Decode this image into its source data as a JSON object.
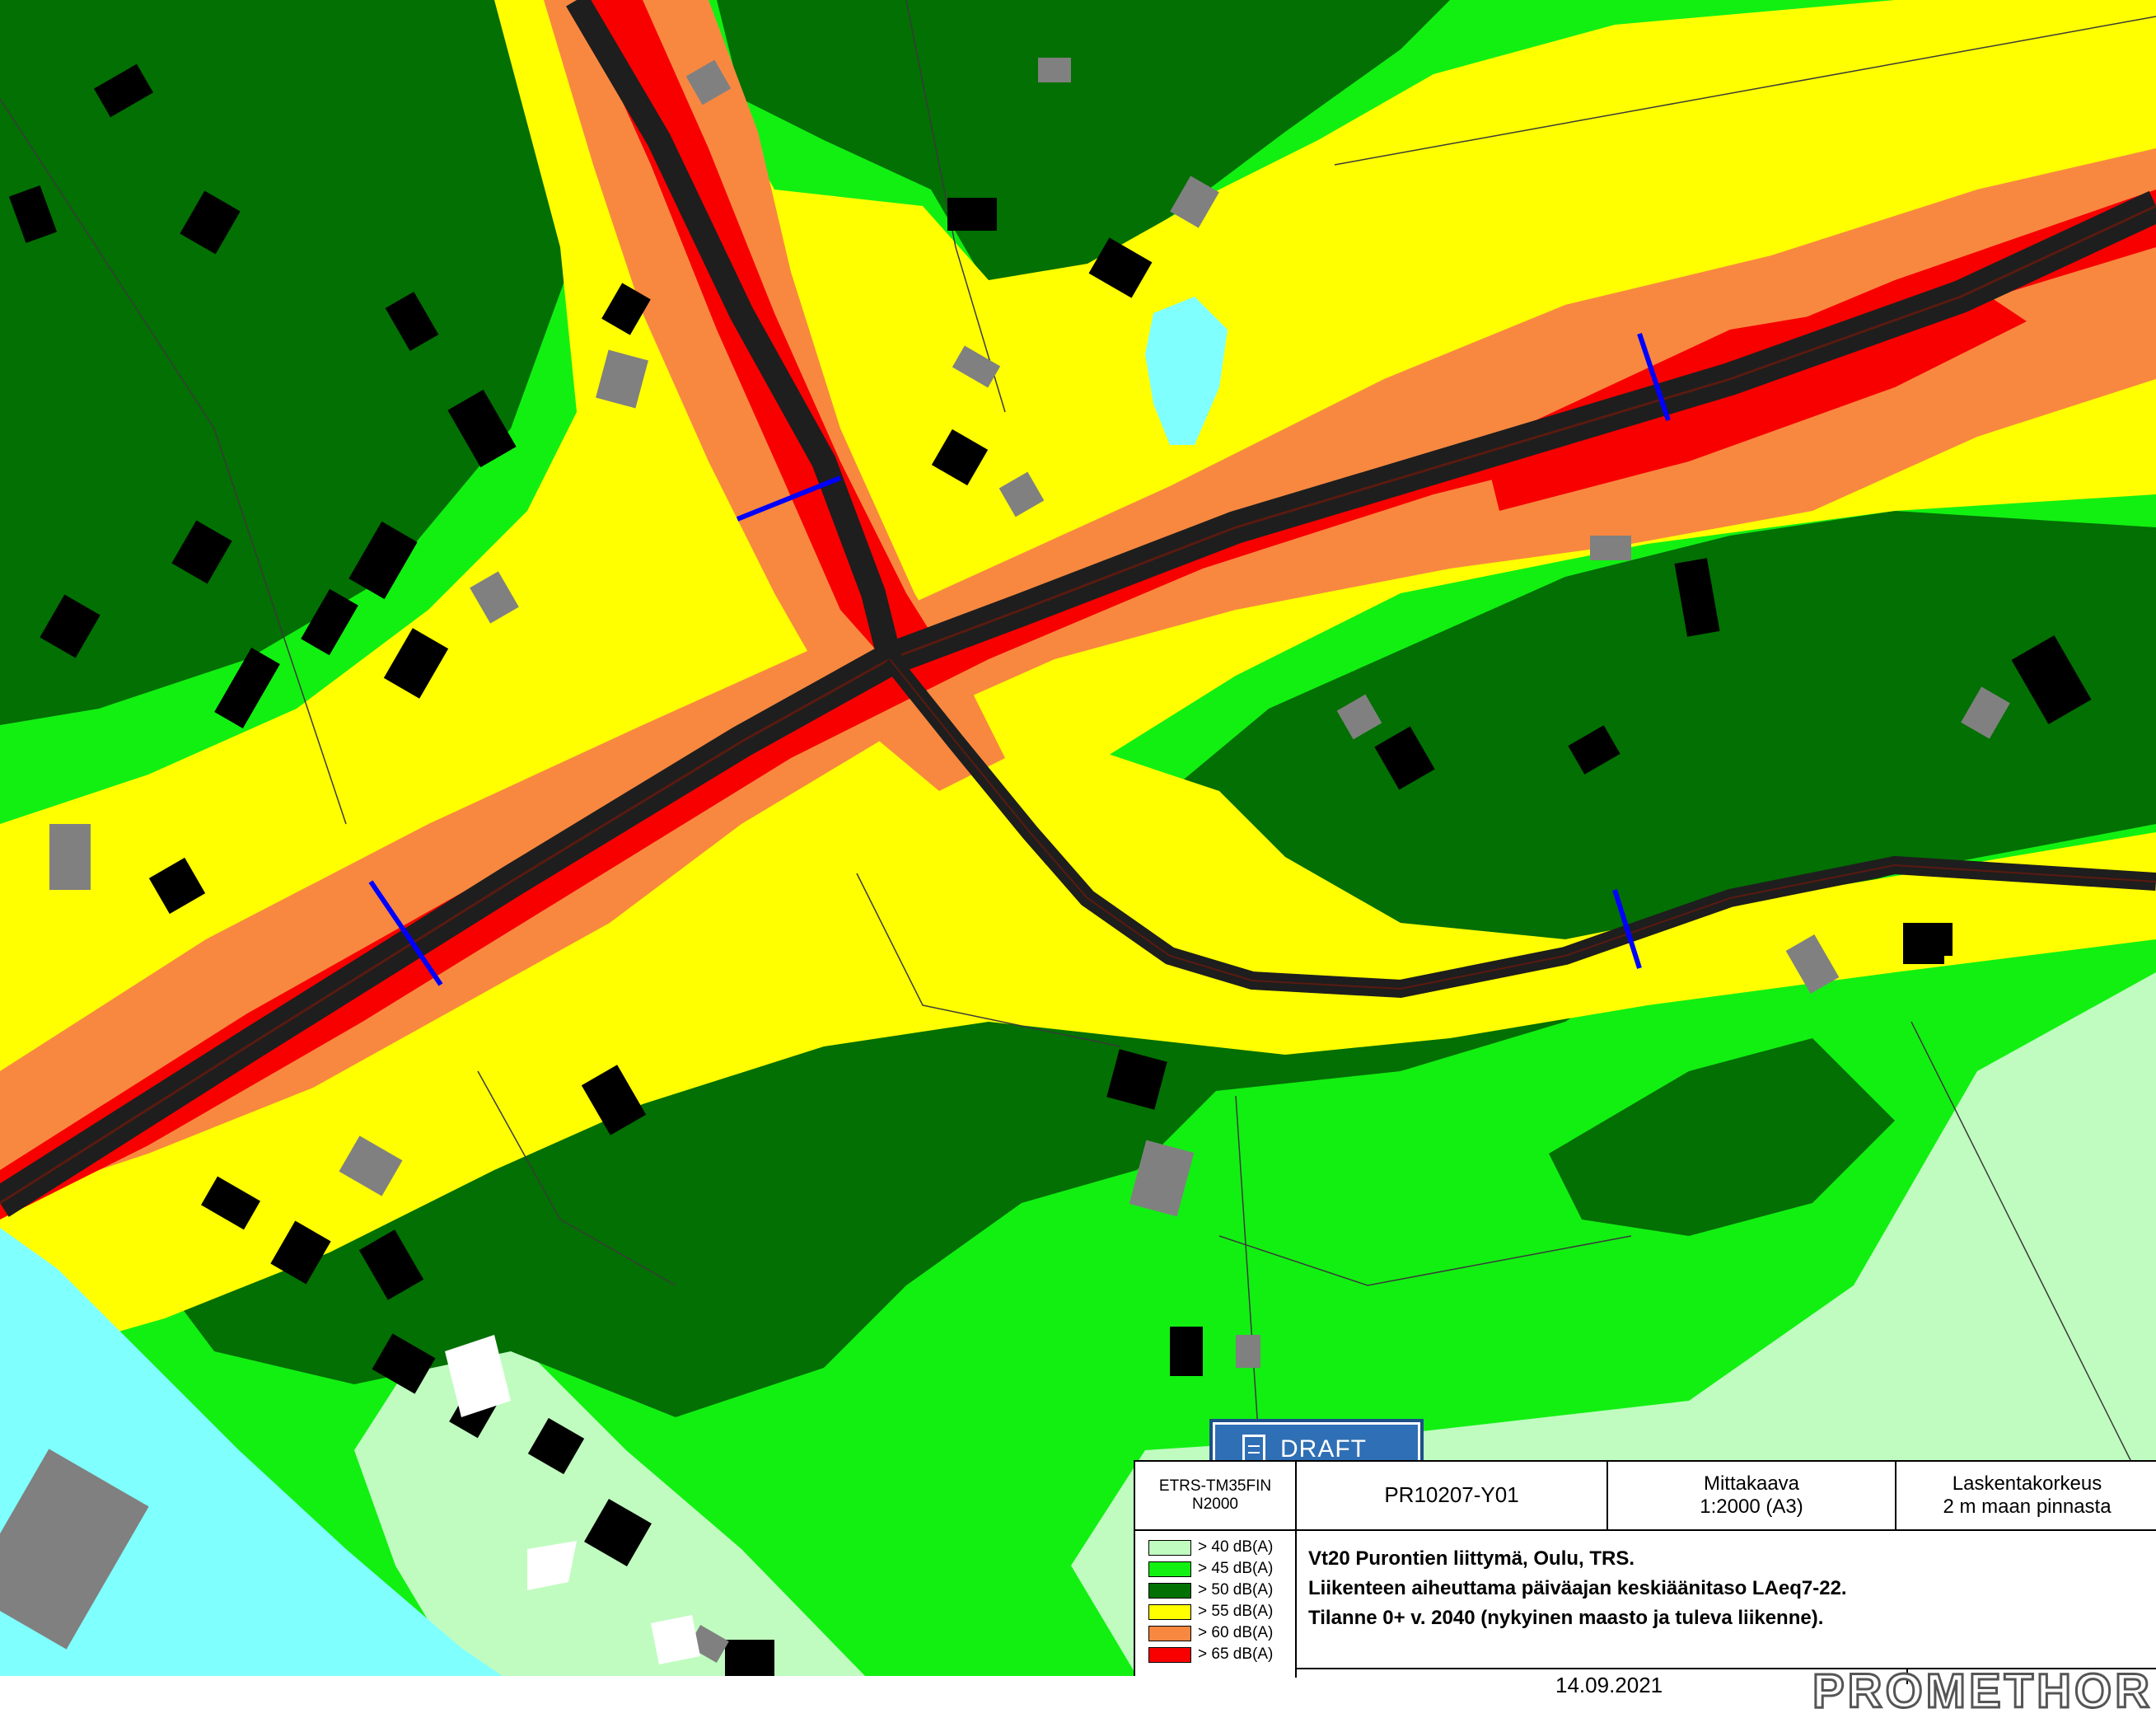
{
  "colors": {
    "db40": "#c0fcc0",
    "db45": "#12f012",
    "db50": "#027002",
    "db55": "#ffff00",
    "db60": "#f88840",
    "db65": "#f80000",
    "road_dark": "#1e1e1e",
    "water": "#80ffff",
    "building": "#000000",
    "building_grey": "#808080",
    "section_marker": "#0000ff",
    "draft_stamp": "#2f6fb5"
  },
  "draft_stamp": {
    "label": "DRAFT",
    "icon": "document-icon"
  },
  "title_block": {
    "crs_line1": "ETRS-TM35FIN",
    "crs_line2": "N2000",
    "project_code": "PR10207-Y01",
    "scale_label": "Mittakaava",
    "scale_value": "1:2000 (A3)",
    "height_label": "Laskentakorkeus",
    "height_value": "2 m maan pinnasta",
    "description": [
      "Vt20 Purontien liittymä, Oulu, TRS.",
      "Liikenteen aiheuttama päiväajan keskiäänitaso LAeq7-22.",
      "Tilanne 0+ v. 2040 (nykyinen maasto ja tuleva liikenne)."
    ],
    "date_partial": "14.09.2021",
    "brand_partial": "PROMETHOR"
  },
  "legend": [
    {
      "label": ">  40 dB(A)",
      "color": "#c0fcc0"
    },
    {
      "label": ">  45 dB(A)",
      "color": "#12f012"
    },
    {
      "label": ">  50 dB(A)",
      "color": "#027002"
    },
    {
      "label": ">  55 dB(A)",
      "color": "#ffff00"
    },
    {
      "label": ">  60 dB(A)",
      "color": "#f88840"
    },
    {
      "label": ">  65 dB(A)",
      "color": "#f80000"
    }
  ]
}
